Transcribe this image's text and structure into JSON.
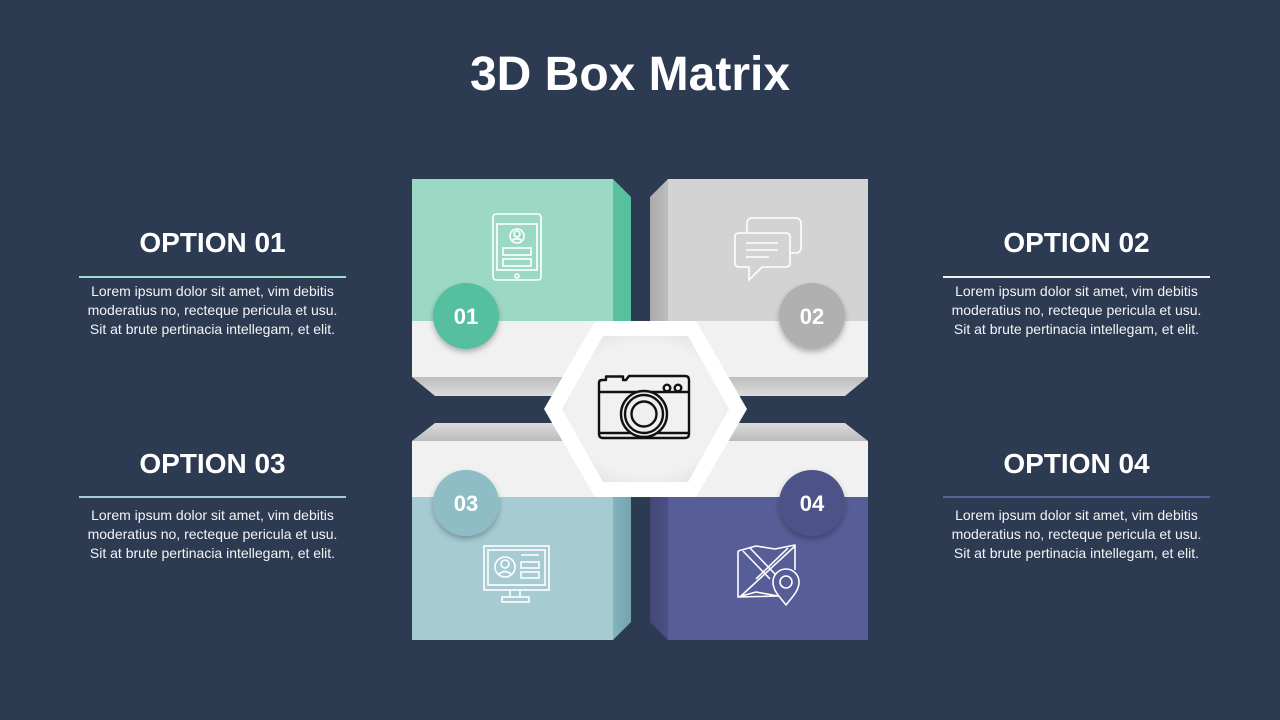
{
  "slide": {
    "title": "3D Box Matrix",
    "colors": {
      "background": "#2c3a52",
      "band": "#f1f1f1",
      "hex_outer": "#ffffff",
      "hex_inner": "#efefef",
      "icon_line": "#ffffff",
      "camera_line": "#111111"
    }
  },
  "options": [
    {
      "heading": "OPTION 01",
      "underline_color": "#9ddfca",
      "lines": [
        "Lorem ipsum dolor sit amet, vim debitis",
        "moderatius no, recteque pericula et usu.",
        "Sit at brute pertinacia intellegam, et elit."
      ]
    },
    {
      "heading": "OPTION 02",
      "underline_color": "#f2f2f2",
      "lines": [
        "Lorem ipsum dolor sit amet, vim debitis",
        "moderatius no, recteque pericula et usu.",
        "Sit at brute pertinacia intellegam, et elit."
      ]
    },
    {
      "heading": "OPTION 03",
      "underline_color": "#a6cbd3",
      "lines": [
        "Lorem ipsum dolor sit amet, vim debitis",
        "moderatius no, recteque pericula et usu.",
        "Sit at brute pertinacia intellegam, et elit."
      ]
    },
    {
      "heading": "OPTION 04",
      "underline_color": "#5a5f9a",
      "lines": [
        "Lorem ipsum dolor sit amet, vim debitis",
        "moderatius no, recteque pericula et usu.",
        "Sit at brute pertinacia intellegam, et elit."
      ]
    }
  ],
  "matrix": {
    "center_icon": "camera-icon",
    "boxes": [
      {
        "number": "01",
        "icon": "tablet-profile-icon",
        "face_color": "#9cd9c4",
        "side_color": "#56c09f",
        "badge_color": "#56bf9f"
      },
      {
        "number": "02",
        "icon": "chat-bubbles-icon",
        "face_color": "#d3d3d3",
        "side_color": "#bdbdbd",
        "badge_color": "#b0b0b0"
      },
      {
        "number": "03",
        "icon": "monitor-profile-icon",
        "face_color": "#a6cbd3",
        "side_color": "#82b4be",
        "badge_color": "#8ebdc6"
      },
      {
        "number": "04",
        "icon": "map-pin-icon",
        "face_color": "#575d96",
        "side_color": "#4b5085",
        "badge_color": "#4d5288"
      }
    ]
  }
}
